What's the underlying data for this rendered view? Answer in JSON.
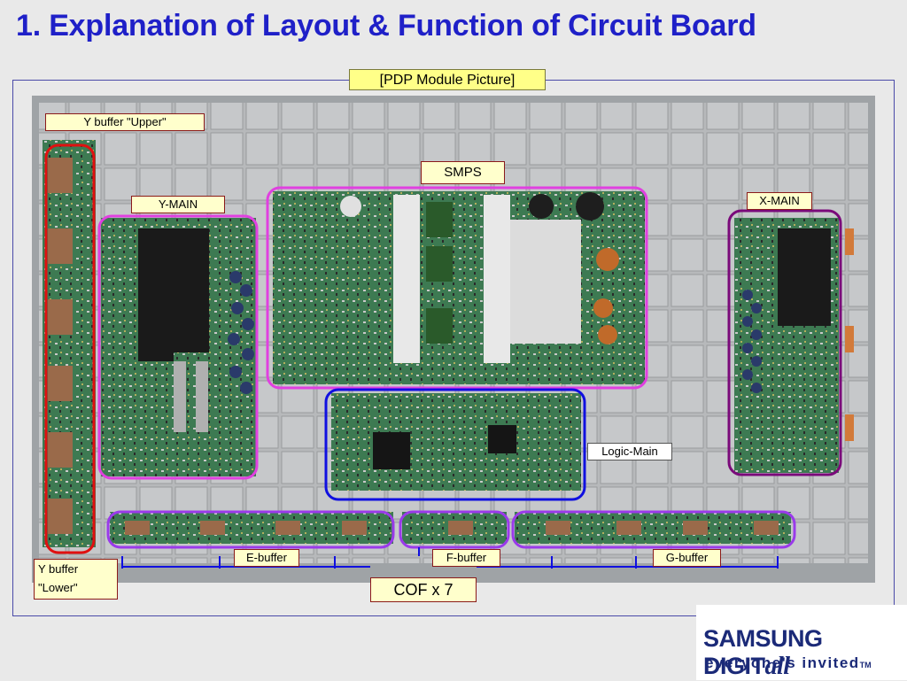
{
  "slide": {
    "title": "1. Explanation of Layout & Function of Circuit Board",
    "caption": "[PDP Module Picture]"
  },
  "labels": {
    "y_buffer_upper": "Y buffer \"Upper\"",
    "smps": "SMPS",
    "y_main": "Y-MAIN",
    "x_main": "X-MAIN",
    "logic_main": "Logic-Main",
    "e_buffer": "E-buffer",
    "f_buffer": "F-buffer",
    "g_buffer": "G-buffer",
    "y_buffer_lower_line1": "Y buffer",
    "y_buffer_lower_line2": "\"Lower\"",
    "cof": "COF x 7"
  },
  "logo": {
    "brand": "SAMSUNG DIGIT",
    "brand_suffix": "all",
    "tagline": "everyone's invited",
    "tm": "TM"
  },
  "colors": {
    "title": "#1f20c8",
    "board_outline_red": "#e01010",
    "board_outline_magenta": "#e040e0",
    "board_outline_blue": "#1010e0",
    "board_outline_purple": "#7a0a7a",
    "board_outline_violet": "#9a3aea",
    "logo_navy": "#1b2a78"
  }
}
